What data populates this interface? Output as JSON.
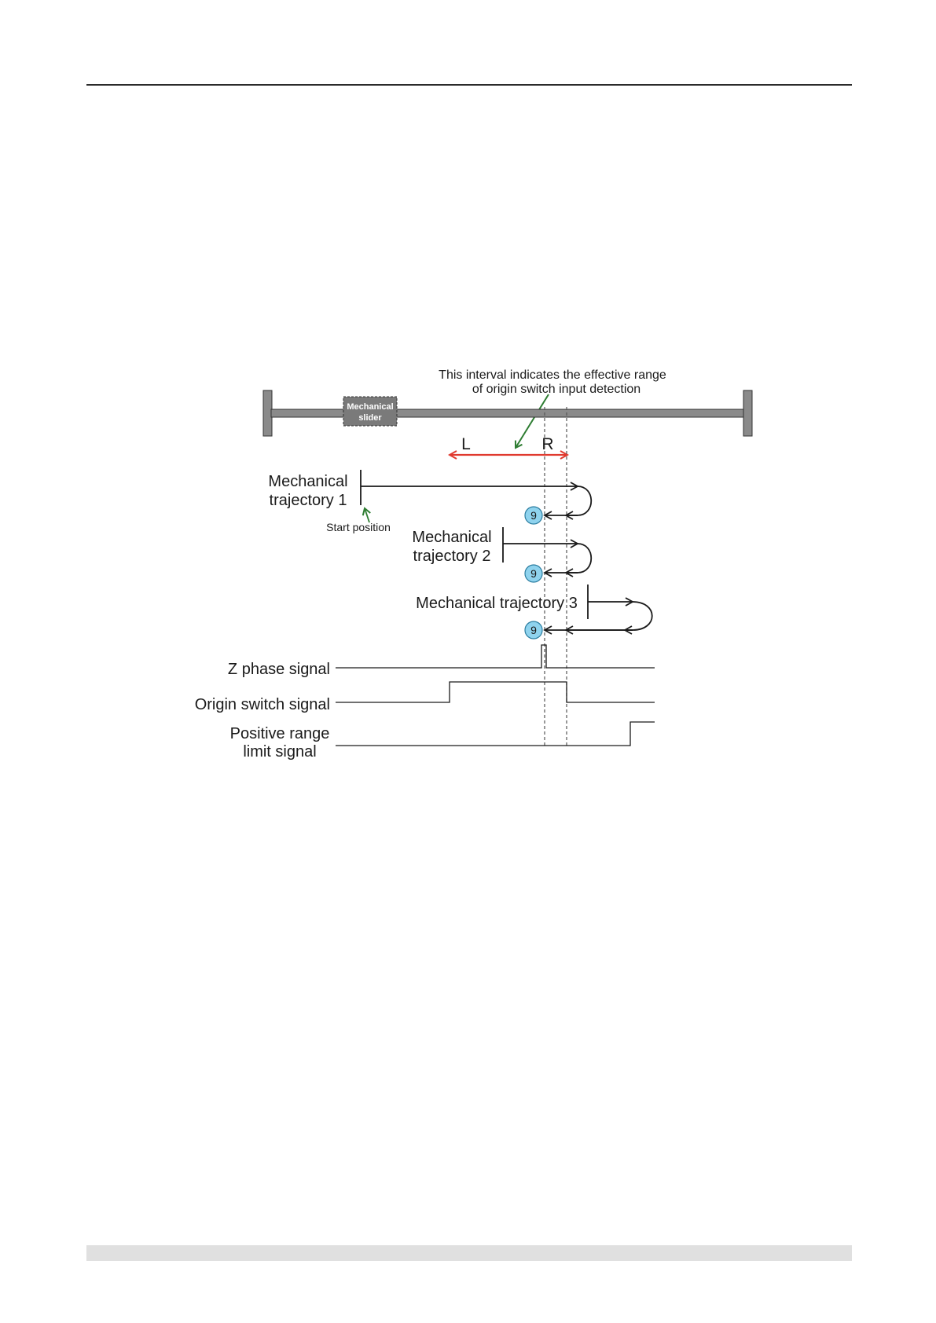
{
  "annotation": {
    "line1": "This interval indicates the  effective range",
    "line2": "of origin switch input  detection"
  },
  "slider": {
    "line1": "Mechanical",
    "line2": "slider"
  },
  "range": {
    "left_label": "L",
    "right_label": "R"
  },
  "trajectories": [
    {
      "line1": "Mechanical",
      "line2": "trajectory 1"
    },
    {
      "line1": "Mechanical",
      "line2": "trajectory 2"
    },
    {
      "line1": "Mechanical trajectory 3"
    }
  ],
  "start_position": "Start position",
  "badge_number": "9",
  "signals": {
    "z_phase": "Z phase signal",
    "origin_switch": "Origin switch signal",
    "positive_limit_line1": "Positive range",
    "positive_limit_line2": "limit signal"
  },
  "colors": {
    "rail": "#8a8a8a",
    "slider_fill": "#7a7a7a",
    "range_arrow": "#e03a2f",
    "pointer_arrow": "#2e7d32",
    "badge_fill": "#8fd3ee",
    "badge_stroke": "#2b7da0",
    "line": "#1a1a1a"
  }
}
